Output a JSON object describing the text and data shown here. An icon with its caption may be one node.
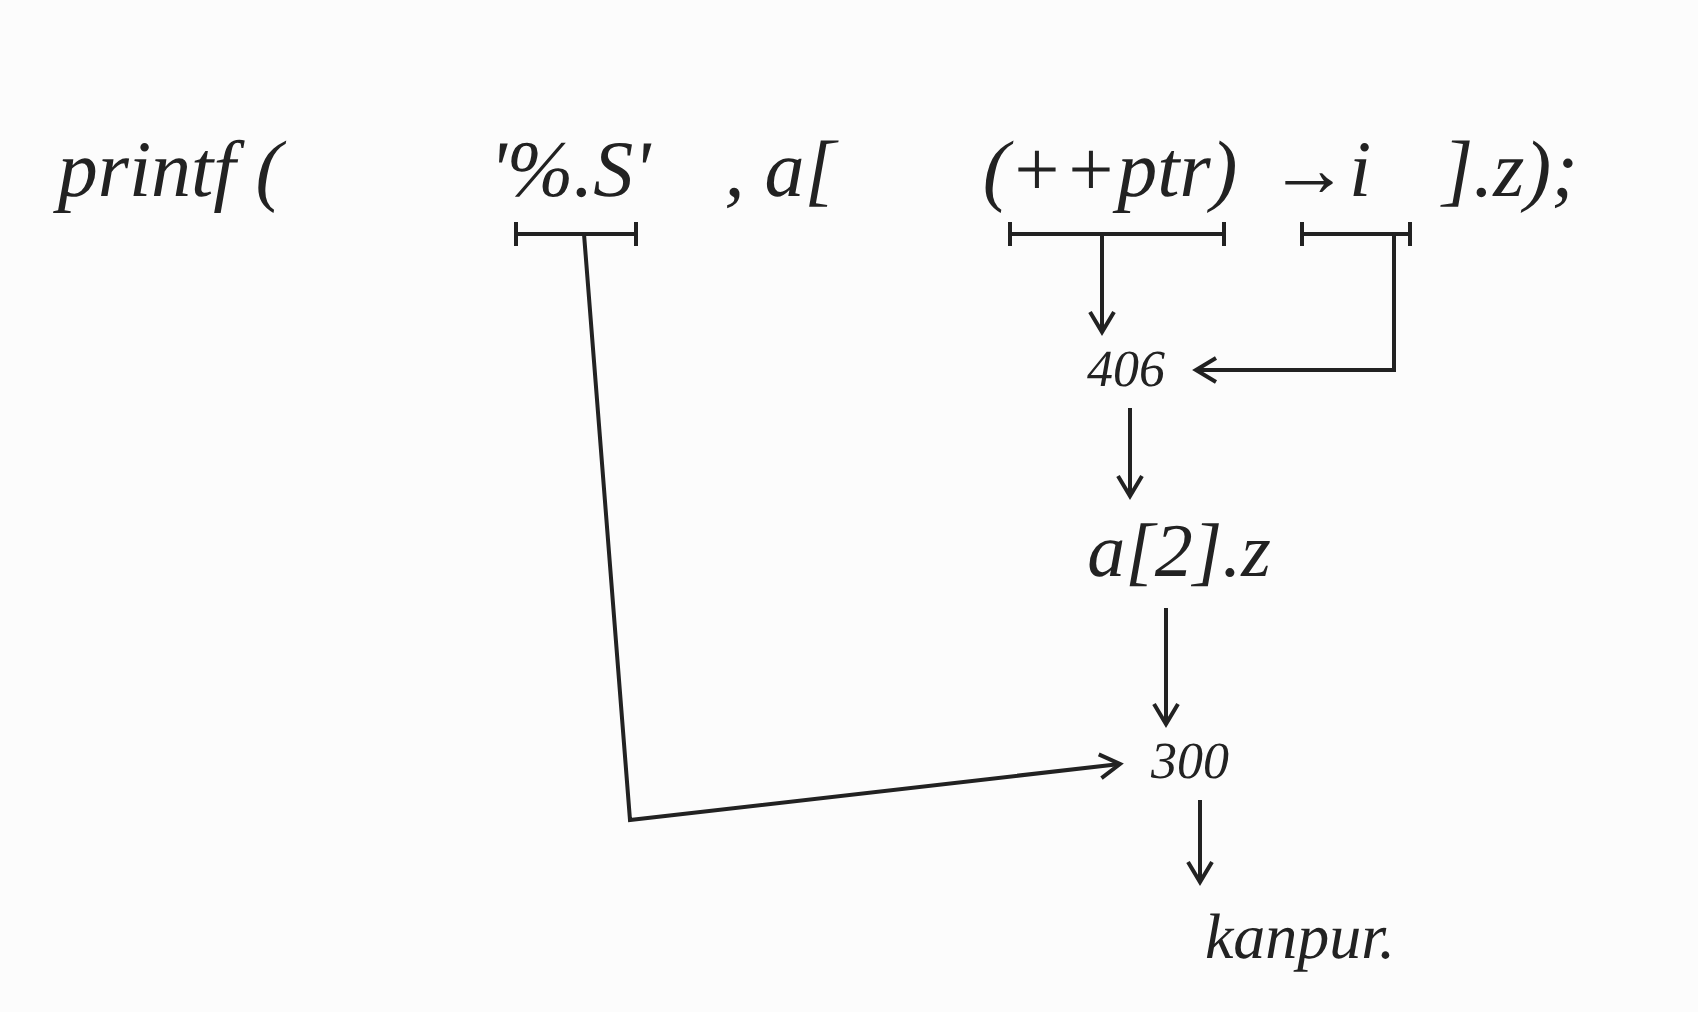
{
  "diagram": {
    "nodes": [
      {
        "text": [
          "printf ("
        ]
      },
      {
        "text": [
          "'%.S'"
        ]
      },
      {
        "text": [
          ", a["
        ]
      },
      {
        "text": [
          "(++ptr)"
        ]
      },
      {
        "text": [
          "→i"
        ]
      },
      {
        "text": [
          "].z);"
        ]
      },
      {
        "text": [
          "406"
        ]
      },
      {
        "text": [
          "a[2].z"
        ]
      },
      {
        "text": [
          "300"
        ]
      },
      {
        "text": [
          "kanpur."
        ]
      }
    ],
    "edges": [
      {
        "from": 3,
        "to": 6,
        "arrow": "to"
      },
      {
        "from": 4,
        "to": 6,
        "arrow": "to"
      },
      {
        "from": 6,
        "to": 7,
        "arrow": "to"
      },
      {
        "from": 7,
        "to": 8,
        "arrow": "to"
      },
      {
        "from": 1,
        "to": 8,
        "arrow": "to"
      },
      {
        "from": 8,
        "to": 9,
        "arrow": "to"
      }
    ]
  }
}
